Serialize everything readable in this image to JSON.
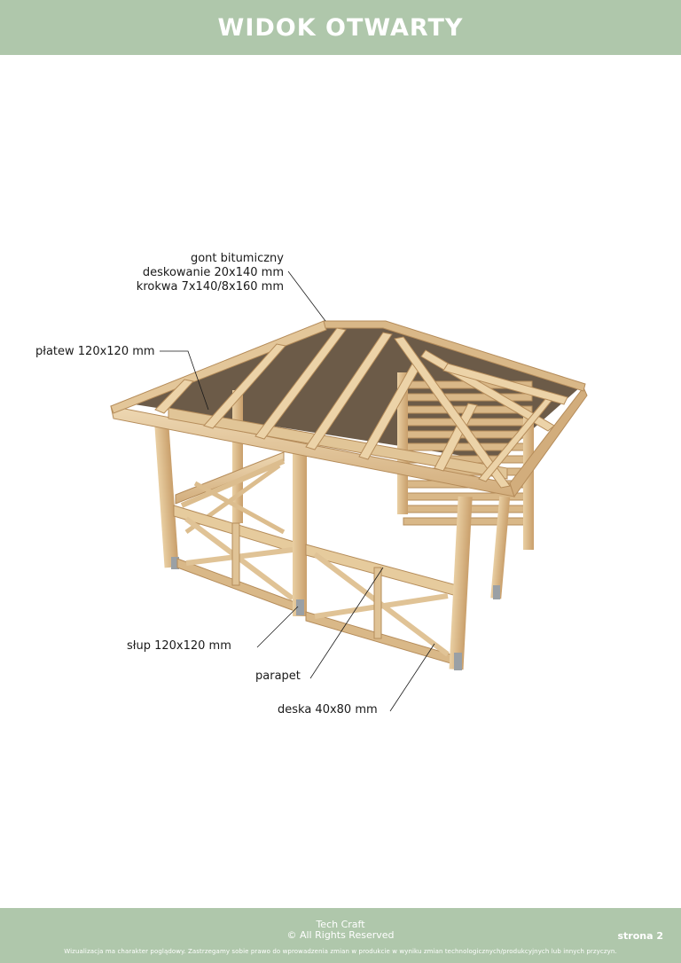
{
  "header": {
    "title": "WIDOK OTWARTY"
  },
  "labels": {
    "roof_1": "gont bitumiczny",
    "roof_2": "deskowanie 20x140 mm",
    "roof_3": "krokwa 7x140/8x160 mm",
    "purlin": "płatew 120x120 mm",
    "post": "słup 120x120 mm",
    "parapet": "parapet",
    "board": "deska 40x80 mm"
  },
  "footer": {
    "company": "Tech Craft",
    "rights": "© All Rights Reserved",
    "page": "strona 2",
    "disclaimer": "Wizualizacja ma charakter poglądowy. Zastrzegamy sobie prawo do wprowadzenia zmian w produkcie w wyniku zmian technologicznych/produkcyjnych lub innych przyczyn."
  },
  "colors": {
    "accent": "#afc7ab",
    "wood_light": "#e8cfa5",
    "wood_mid": "#d9b888",
    "wood_dark": "#b98f5c",
    "roof_dark": "#5a4632"
  }
}
